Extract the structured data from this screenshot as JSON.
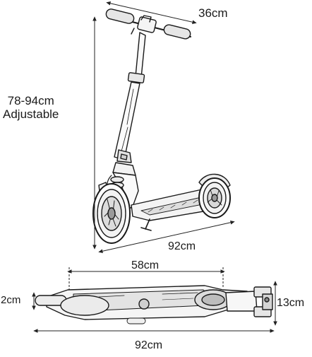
{
  "dimensions": {
    "handlebar_width": "36cm",
    "height_range": "78-94cm",
    "height_note": "Adjustable",
    "length": "92cm",
    "folded_length": "58cm",
    "deck_height": "2cm",
    "folded_height": "13cm",
    "folded_total_length": "92cm"
  },
  "colors": {
    "line": "#1a1a1a",
    "dim_line": "#222222",
    "shade": "#d9d9d9",
    "background": "#ffffff"
  }
}
